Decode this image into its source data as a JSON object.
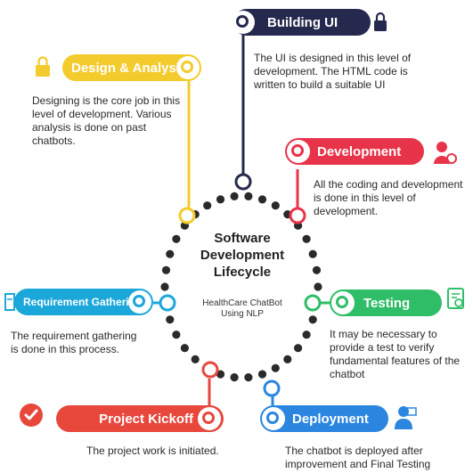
{
  "center": {
    "title_line1": "Software",
    "title_line2": "Development",
    "title_line3": "Lifecycle",
    "subtitle": "HealthCare ChatBot Using NLP"
  },
  "colors": {
    "building_ui": "#25294e",
    "design": "#f3cb2c",
    "development": "#e8344a",
    "requirement": "#1ba7d9",
    "testing": "#2fbe67",
    "kickoff": "#e8473c",
    "deployment": "#2b86e0",
    "ring_dot": "#2a2a2a"
  },
  "stages": {
    "building_ui": {
      "label": "Building UI",
      "description": "The UI is designed in this level of development. The HTML code is written to build a suitable UI",
      "icon": "lock-icon"
    },
    "design": {
      "label": "Design & Analysis",
      "description": "Designing is the core job in this level of development. Various analysis is done on past chatbots.",
      "icon": "lock-icon"
    },
    "development": {
      "label": "Development",
      "description": "All the coding and development is done in this level of development.",
      "icon": "developer-icon"
    },
    "requirement": {
      "label": "Requirement Gathering",
      "description": "The requirement gathering is done in this process.",
      "icon": "clipboard-icon"
    },
    "testing": {
      "label": "Testing",
      "description": "It may be necessary to provide a test to verify fundamental features of the chatbot",
      "icon": "test-report-icon"
    },
    "kickoff": {
      "label": "Project Kickoff",
      "description": "The project work is initiated.",
      "icon": "checkmark-icon"
    },
    "deployment": {
      "label": "Deployment",
      "description": "The chatbot is deployed after improvement and Final Testing",
      "icon": "presenter-icon"
    }
  }
}
